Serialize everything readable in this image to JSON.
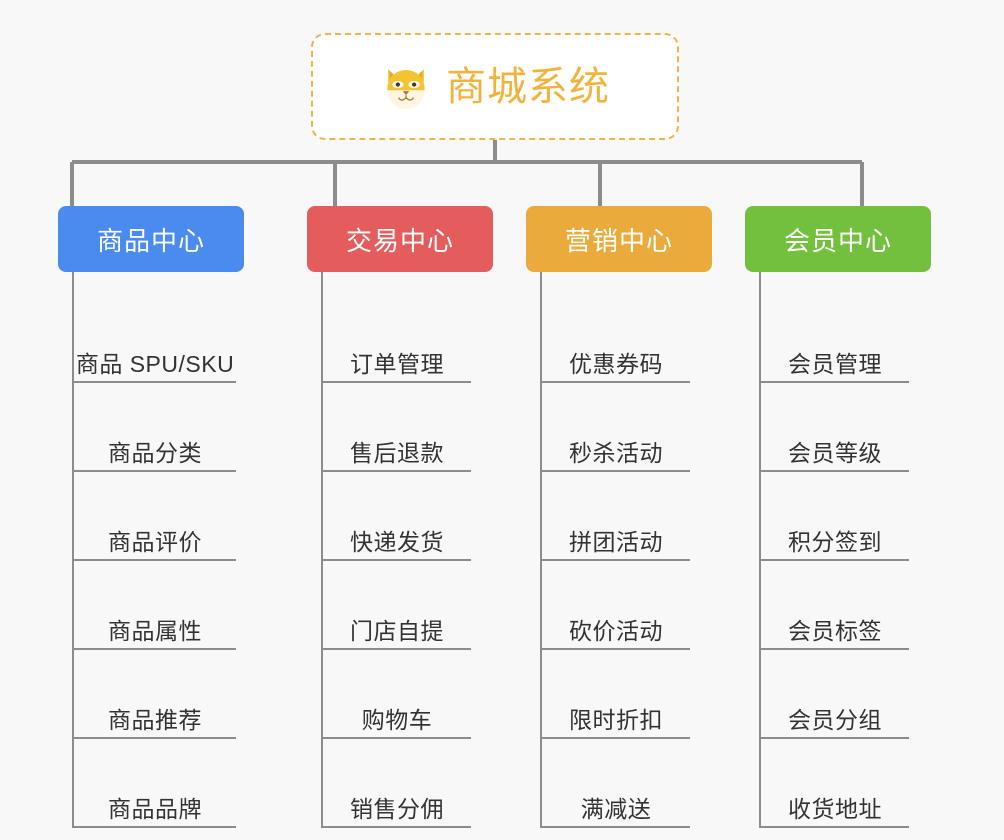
{
  "background_color": "#f8f8f8",
  "root": {
    "icon": "shiba-dog-emoji",
    "title": "商城系统",
    "border_color": "#f0b44a",
    "text_color": "#f2b33d"
  },
  "connector_color": "#8c8c8c",
  "branches": [
    {
      "label": "商品中心",
      "color": "#4a8bf0",
      "items": [
        "商品 SPU/SKU",
        "商品分类",
        "商品评价",
        "商品属性",
        "商品推荐",
        "商品品牌"
      ]
    },
    {
      "label": "交易中心",
      "color": "#e55c5c",
      "items": [
        "订单管理",
        "售后退款",
        "快递发货",
        "门店自提",
        "购物车",
        "销售分佣"
      ]
    },
    {
      "label": "营销中心",
      "color": "#eaab3c",
      "items": [
        "优惠券码",
        "秒杀活动",
        "拼团活动",
        "砍价活动",
        "限时折扣",
        "满减送"
      ]
    },
    {
      "label": "会员中心",
      "color": "#73c03f",
      "items": [
        "会员管理",
        "会员等级",
        "积分签到",
        "会员标签",
        "会员分组",
        "收货地址"
      ]
    }
  ]
}
